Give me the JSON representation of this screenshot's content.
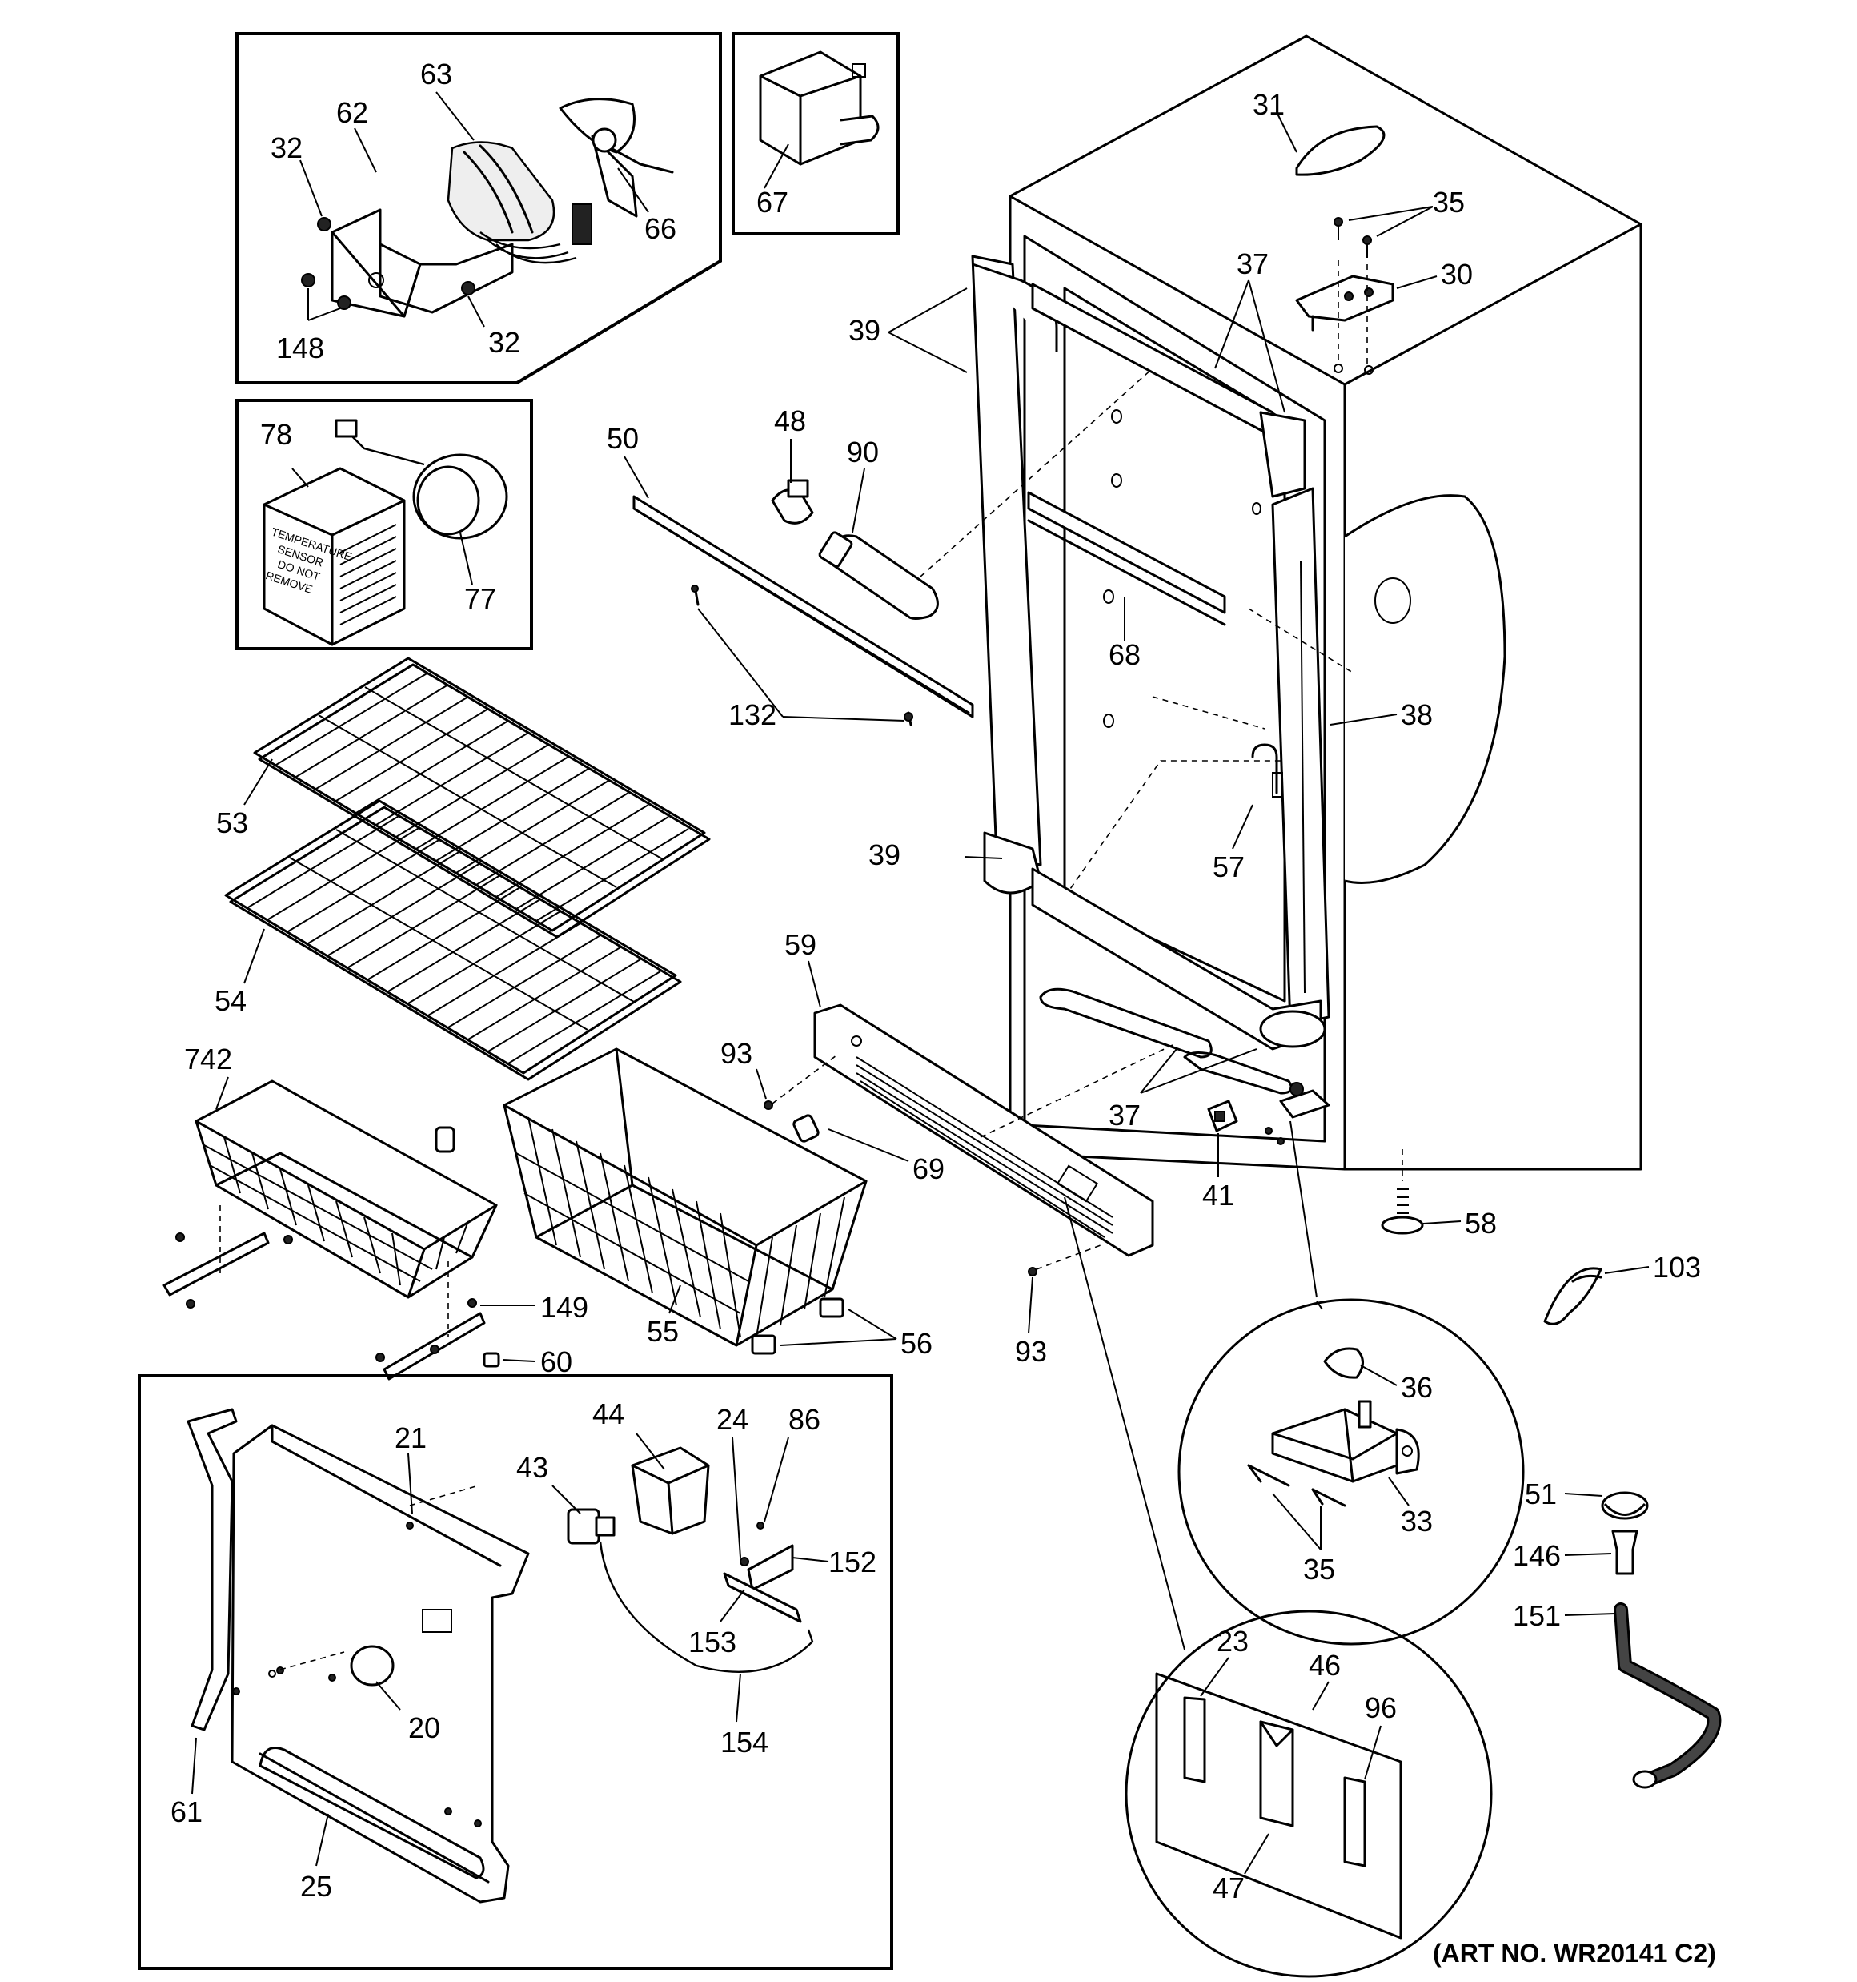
{
  "art_number": "(ART NO. WR20141 C2)",
  "callouts": {
    "c32a": "32",
    "c62": "62",
    "c63": "63",
    "c66": "66",
    "c148": "148",
    "c32b": "32",
    "c67": "67",
    "c78": "78",
    "c77": "77",
    "sensor_label": [
      "TEMPERATURE",
      "SENSOR",
      "DO NOT",
      "REMOVE"
    ],
    "c31": "31",
    "c35a": "35",
    "c30": "30",
    "c37a": "37",
    "c39a": "39",
    "c48": "48",
    "c90": "90",
    "c50": "50",
    "c132": "132",
    "c68": "68",
    "c38": "38",
    "c57": "57",
    "c39b": "39",
    "c53": "53",
    "c54": "54",
    "c59": "59",
    "c93a": "93",
    "c37b": "37",
    "c69": "69",
    "c41": "41",
    "c742": "742",
    "c58": "58",
    "c103": "103",
    "c149": "149",
    "c60": "60",
    "c55": "55",
    "c56": "56",
    "c93b": "93",
    "c36": "36",
    "c33": "33",
    "c35b": "35",
    "c21": "21",
    "c44": "44",
    "c43": "43",
    "c24": "24",
    "c86": "86",
    "c152": "152",
    "c153": "153",
    "c20": "20",
    "c154": "154",
    "c61": "61",
    "c25": "25",
    "c51": "51",
    "c146": "146",
    "c151": "151",
    "c23": "23",
    "c46": "46",
    "c96": "96",
    "c47": "47"
  }
}
